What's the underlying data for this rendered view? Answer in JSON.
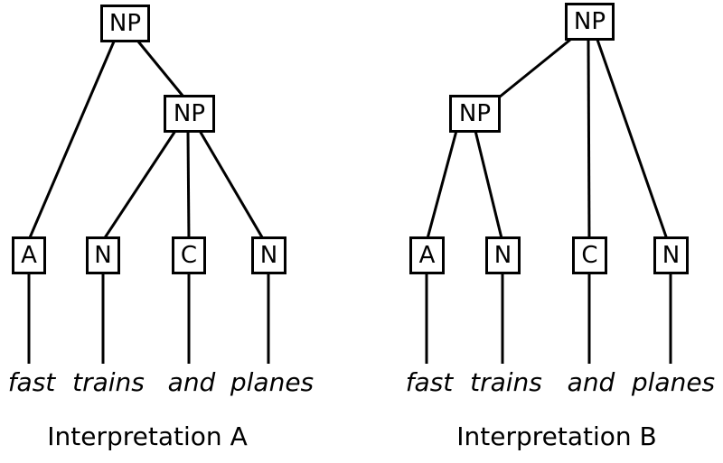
{
  "diagram": {
    "type": "syntax-parse-trees",
    "phrase": "fast trains and planes",
    "colors": {
      "background": "#ffffff",
      "line": "#000000",
      "text": "#000000"
    },
    "trees": [
      {
        "caption": "Interpretation A",
        "root_label": "NP",
        "inner_label": "NP",
        "pos_labels": [
          "A",
          "N",
          "C",
          "N"
        ],
        "words": [
          "fast",
          "trains",
          "and",
          "planes"
        ],
        "edges": [
          "root NP → A (fast)",
          "root NP → inner NP",
          "inner NP → N (trains)",
          "inner NP → C (and)",
          "inner NP → N (planes)"
        ]
      },
      {
        "caption": "Interpretation B",
        "root_label": "NP",
        "inner_label": "NP",
        "pos_labels": [
          "A",
          "N",
          "C",
          "N"
        ],
        "words": [
          "fast",
          "trains",
          "and",
          "planes"
        ],
        "edges": [
          "root NP → inner NP",
          "root NP → C (and)",
          "root NP → N (planes)",
          "inner NP → A (fast)",
          "inner NP → N (trains)"
        ]
      }
    ]
  }
}
